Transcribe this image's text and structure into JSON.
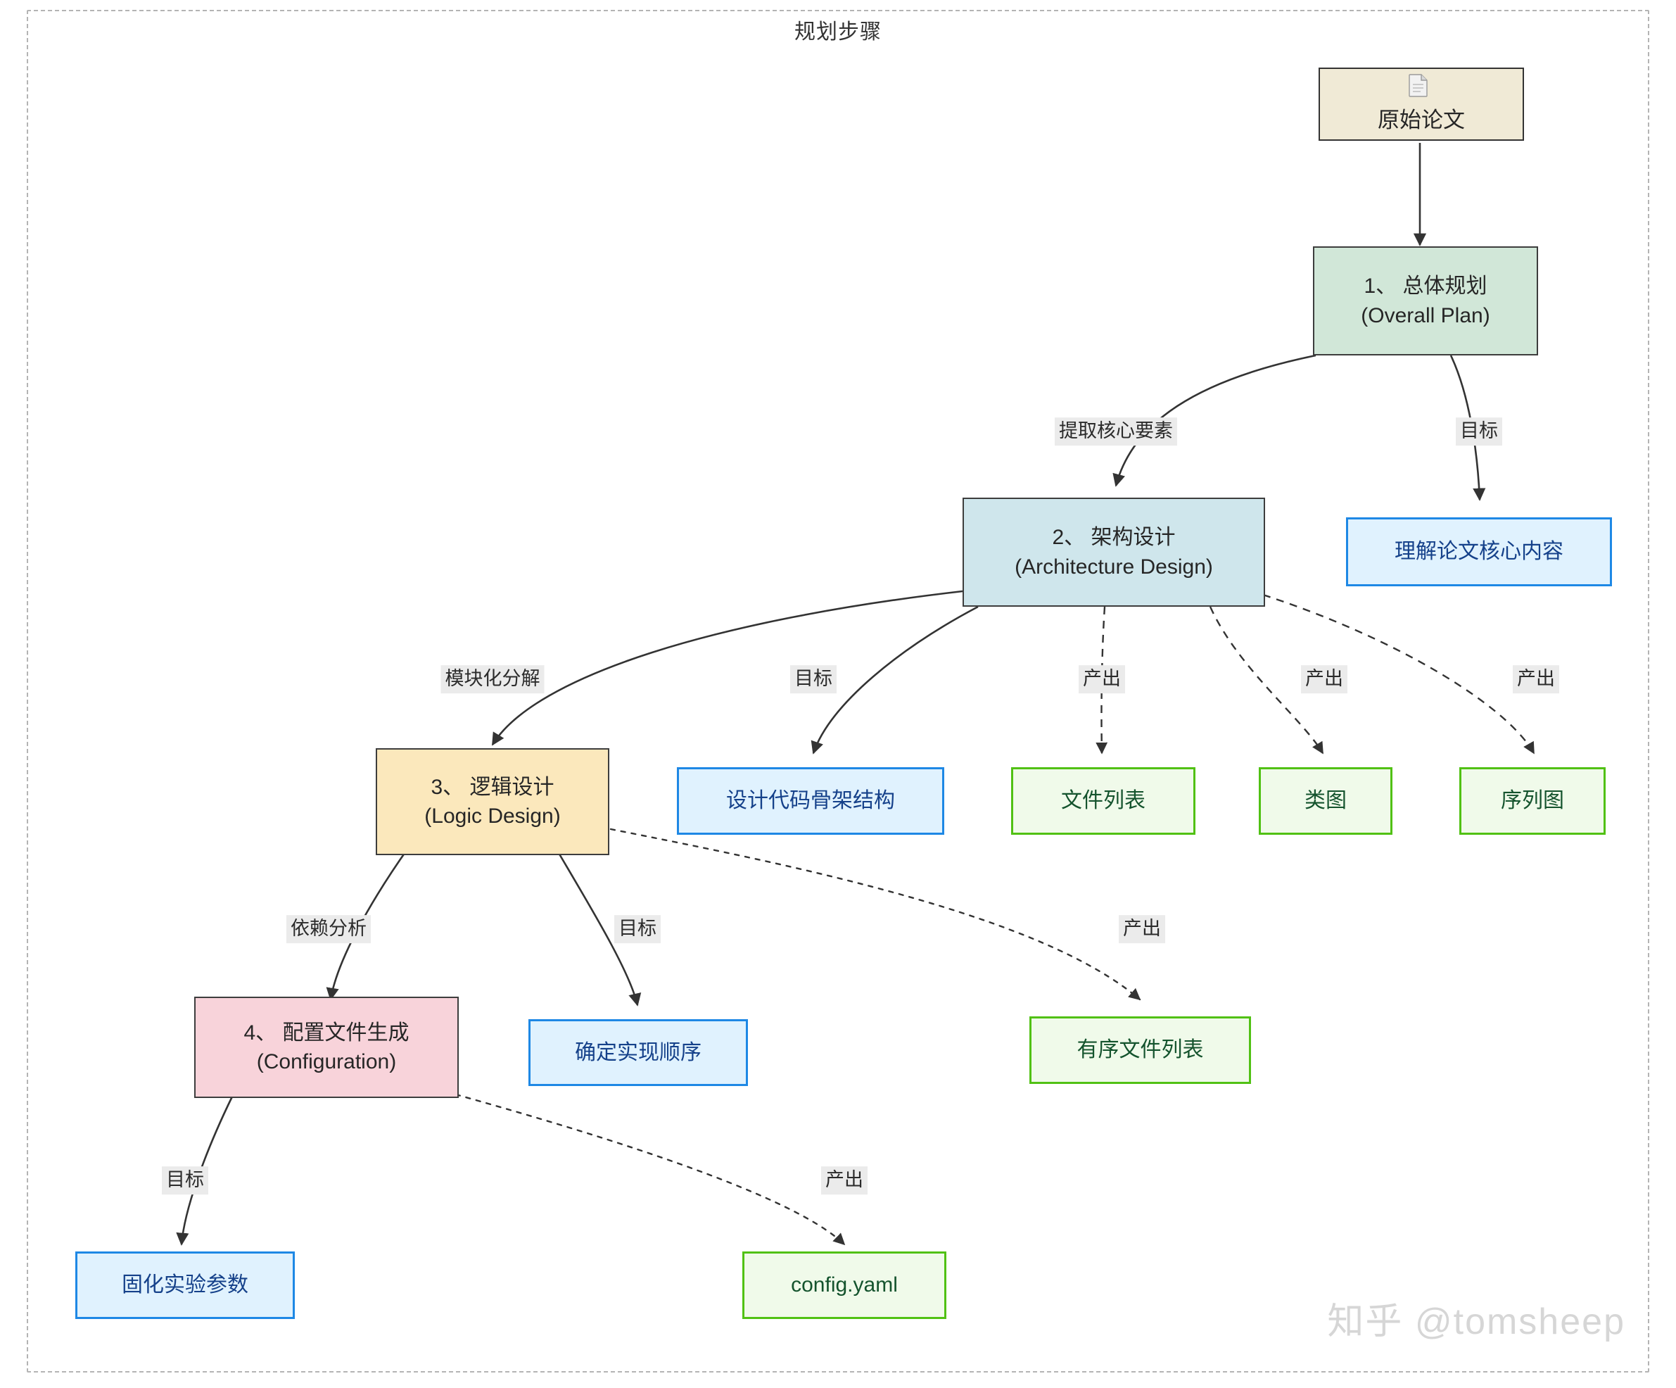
{
  "diagram": {
    "title": "规划步骤",
    "watermark": "知乎 @tomsheep",
    "colors": {
      "source_fill": "#f0ead6",
      "step1_fill": "#d1e7d8",
      "step2_fill": "#cfe6ec",
      "step3_fill": "#fbe8bc",
      "step4_fill": "#f8d3da",
      "goal_border": "#1e88e5",
      "goal_fill": "#e0f2fe",
      "output_border": "#51c114",
      "output_fill": "#f0faea",
      "edge_stroke": "#333333",
      "frame_border": "#b4b4b4",
      "label_bg": "#ebebeb"
    },
    "nodes": {
      "source": {
        "icon": "document-icon",
        "label": "原始论文"
      },
      "step1": {
        "line1": "1、 总体规划",
        "line2": "(Overall Plan)"
      },
      "step2": {
        "line1": "2、 架构设计",
        "line2": "(Architecture Design)"
      },
      "step3": {
        "line1": "3、 逻辑设计",
        "line2": "(Logic Design)"
      },
      "step4": {
        "line1": "4、 配置文件生成",
        "line2": "(Configuration)"
      },
      "goal1": {
        "label": "理解论文核心内容"
      },
      "goal2": {
        "label": "设计代码骨架结构"
      },
      "goal3": {
        "label": "确定实现顺序"
      },
      "goal4": {
        "label": "固化实验参数"
      },
      "out_file_list": {
        "label": "文件列表"
      },
      "out_class_diagram": {
        "label": "类图"
      },
      "out_sequence_diagram": {
        "label": "序列图"
      },
      "out_ordered_file_list": {
        "label": "有序文件列表"
      },
      "out_config_yaml": {
        "label": "config.yaml"
      }
    },
    "edge_labels": {
      "extract_core": "提取核心要素",
      "goal_1": "目标",
      "modular_decomposition": "模块化分解",
      "goal_2": "目标",
      "output_a": "产出",
      "output_b": "产出",
      "output_c": "产出",
      "dependency_analysis": "依赖分析",
      "goal_3": "目标",
      "output_d": "产出",
      "goal_4": "目标",
      "output_e": "产出"
    }
  }
}
